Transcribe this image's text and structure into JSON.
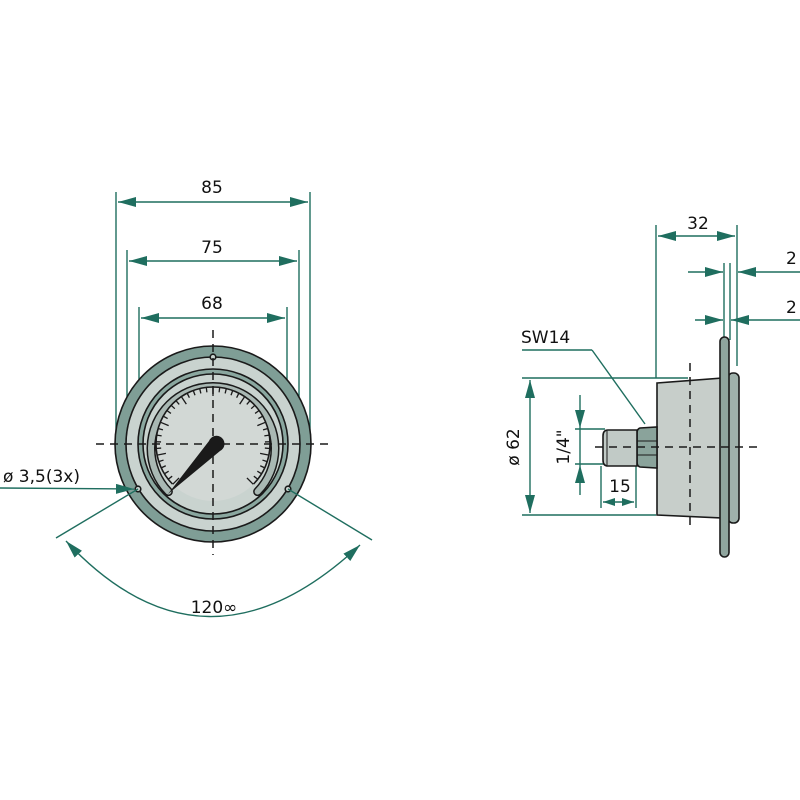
{
  "drawing": {
    "subject": "Pressure gauge dimension drawing",
    "front_view": {
      "dimensions": {
        "overall_diameter": "85",
        "bezel_diameter": "75",
        "case_diameter": "68",
        "mounting_holes": "ø 3,5(3x)",
        "hole_angle": "120∞"
      }
    },
    "side_view": {
      "dimensions": {
        "depth": "32",
        "flange_thickness_1": "2",
        "flange_thickness_2": "2",
        "wrench_size": "SW14",
        "case_diameter": "ø 62",
        "thread": "1/4\"",
        "thread_length": "15"
      }
    },
    "colors": {
      "dimension_line": "#1f6e5f",
      "outer_ring": "#7f9e96",
      "inner_fill": "#c9d3cf",
      "body_fill": "#c7ceca",
      "outline": "#1a1a1a"
    }
  }
}
